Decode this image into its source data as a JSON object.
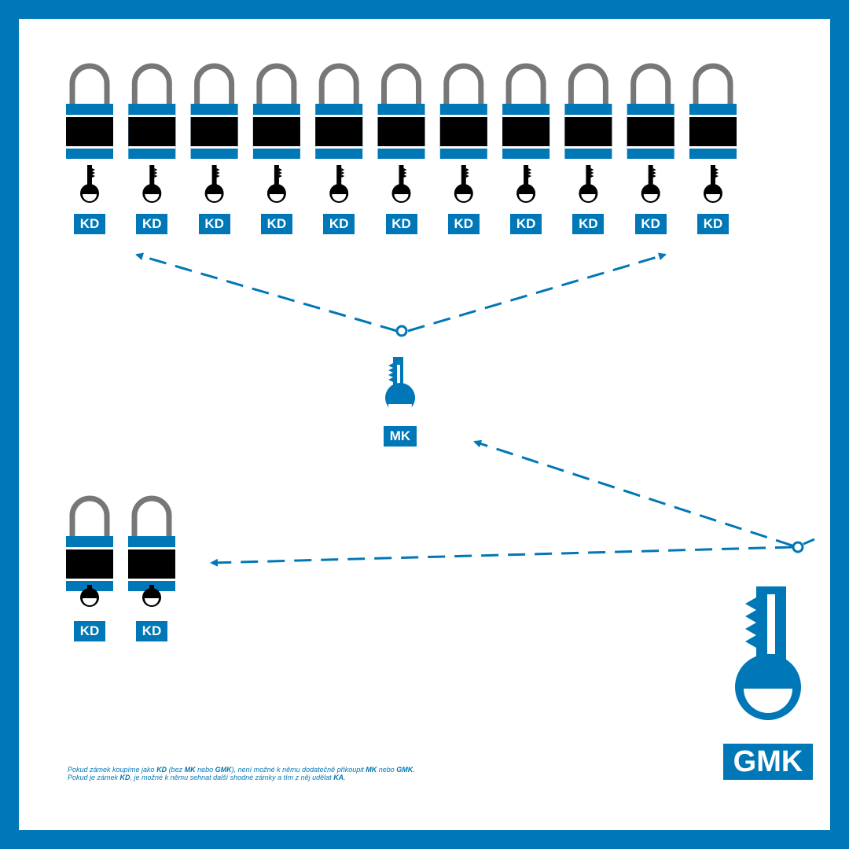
{
  "colors": {
    "brand": "#0077b6",
    "shackle": "#777777",
    "body": "#000000",
    "background": "#ffffff"
  },
  "top_row": {
    "padlocks": [
      {
        "label": "KD"
      },
      {
        "label": "KD"
      },
      {
        "label": "KD"
      },
      {
        "label": "KD"
      },
      {
        "label": "KD"
      },
      {
        "label": "KD"
      },
      {
        "label": "KD"
      },
      {
        "label": "KD"
      },
      {
        "label": "KD"
      },
      {
        "label": "KD"
      },
      {
        "label": "KD"
      }
    ]
  },
  "bottom_row": {
    "padlocks": [
      {
        "label": "KD"
      },
      {
        "label": "KD"
      }
    ]
  },
  "master_key": {
    "label": "MK",
    "icon": "key-icon"
  },
  "grand_master_key": {
    "label": "GMK",
    "icon": "key-icon"
  },
  "note": {
    "line1": [
      {
        "text": "Pokud zámek koupíme jako ",
        "bold": false
      },
      {
        "text": "KD",
        "bold": true
      },
      {
        "text": " (bez ",
        "bold": false
      },
      {
        "text": "MK",
        "bold": true
      },
      {
        "text": " nebo ",
        "bold": false
      },
      {
        "text": "GMK",
        "bold": true
      },
      {
        "text": "), není možné k němu dodatečně přikoupit ",
        "bold": false
      },
      {
        "text": "MK",
        "bold": true
      },
      {
        "text": " nebo ",
        "bold": false
      },
      {
        "text": "GMK",
        "bold": true
      },
      {
        "text": ".",
        "bold": false
      }
    ],
    "line2": [
      {
        "text": "Pokud je zámek ",
        "bold": false
      },
      {
        "text": "KD",
        "bold": true
      },
      {
        "text": ", je možné k němu sehnat další shodné zámky a tím z něj udělat ",
        "bold": false
      },
      {
        "text": "KA",
        "bold": true
      },
      {
        "text": ".",
        "bold": false
      }
    ]
  }
}
